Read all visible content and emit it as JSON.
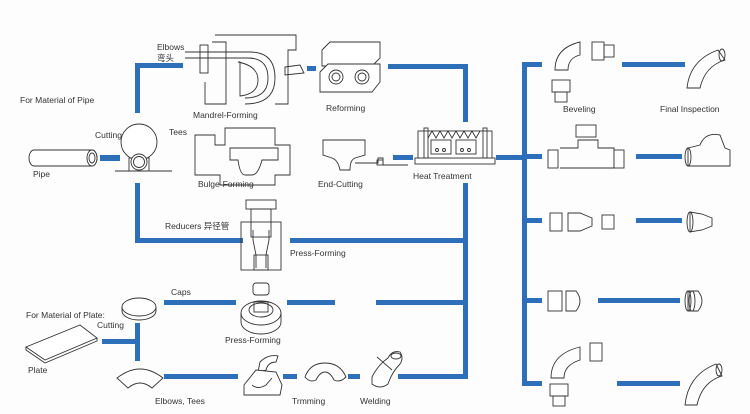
{
  "colors": {
    "flow_line": "#2d6fb8",
    "line_art": "#333333",
    "background": "#fdfdfd"
  },
  "sections": {
    "pipe": {
      "heading": "For Material of Pipe"
    },
    "plate": {
      "heading": "For Material of Plate:"
    }
  },
  "labels": {
    "pipe": "Pipe",
    "pipe_cutting": "Cutting",
    "elbows": "Elbows",
    "elbows_cn": "弯头",
    "tees": "Tees",
    "mandrel_forming": "Mandrel-Forming",
    "reforming": "Reforming",
    "bulge_forming": "Bulge-Forming",
    "end_cutting": "End-Cutting",
    "heat_treatment": "Heat Treatment",
    "reducers": "Reducers 异径管",
    "press_forming_reducers": "Press-Forming",
    "plate": "Plate",
    "plate_cutting": "Cutting",
    "caps": "Caps",
    "press_forming_caps": "Press-Forming",
    "elbows_tees": "Elbows, Tees",
    "trimming": "Trmming",
    "welding": "Welding",
    "beveling": "Beveling",
    "final_inspection": "Final Inspection"
  },
  "icons": {
    "pipe": "pipe-icon",
    "pipe_cutting": "pipe-cutter-icon",
    "mandrel": "mandrel-forming-machine-icon",
    "reforming": "reforming-die-icon",
    "bulge": "bulge-forming-die-icon",
    "end_cutting": "end-cutting-tee-icon",
    "heat": "heat-treatment-furnace-icon",
    "press_reducer": "press-forming-die-icon",
    "plate": "plate-icon",
    "cap_blank": "cap-blank-disc-icon",
    "cap_press": "cap-press-die-icon",
    "plate_segment": "elbow-segment-blank-icon",
    "plate_press": "elbow-press-die-icon",
    "trim": "trimmed-half-shell-icon",
    "weld": "welded-elbow-icon",
    "bevel_elbow": "beveling-elbow-icon",
    "bevel_tee": "beveling-tee-icon",
    "bevel_reducer": "beveling-reducer-icon",
    "bevel_cap": "beveling-cap-icon",
    "bevel_elbow2": "beveling-elbow-icon",
    "final_elbow": "finished-elbow-icon",
    "final_tee": "finished-tee-icon",
    "final_reducer": "finished-reducer-icon",
    "final_cap": "finished-cap-icon",
    "final_elbow2": "finished-elbow-icon"
  }
}
